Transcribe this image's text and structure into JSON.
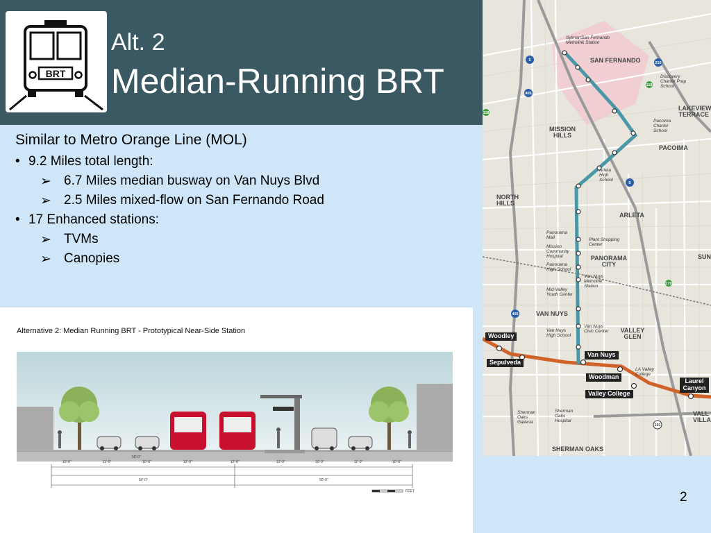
{
  "header": {
    "title_small": "Alt. 2",
    "title_main": "Median-Running BRT",
    "icon_text": "BRT"
  },
  "bullets": {
    "intro": "Similar to Metro Orange Line (MOL)",
    "length": "9.2 Miles total length:",
    "length_sub": [
      "6.7 Miles median busway on Van Nuys Blvd",
      "2.5 Miles mixed-flow on San Fernando Road"
    ],
    "stations": "17 Enhanced stations:",
    "stations_sub": [
      "TVMs",
      "Canopies"
    ],
    "arrow": "➢"
  },
  "diagram": {
    "title": "Alternative 2: Median Running BRT - Prototypical Near-Side Station",
    "dims": [
      "10'-0\"",
      "11'-0\"",
      "10'-0\"",
      "12'-0\"",
      "12'-0\"",
      "13'-0\"",
      "10'-0\"",
      "11'-0\"",
      "10'-0\""
    ],
    "median_dim": "50'-0\"",
    "half_width": "50'-0\"",
    "scale_label": "FEET"
  },
  "map": {
    "areas": {
      "san_fernando": "SAN FERNANDO",
      "lakeview_terrace": "LAKEVIEW TERRACE",
      "mission_hills": "MISSION HILLS",
      "pacoima": "PACOIMA",
      "north_hills": "NORTH HILLS",
      "arleta": "ARLETA",
      "panorama_city": "PANORAMA CITY",
      "van_nuys": "VAN NUYS",
      "valley_glen": "VALLEY GLEN",
      "sherman_oaks": "SHERMAN OAKS",
      "sun": "SUN",
      "valley_village": "VALL VILLA"
    },
    "places": {
      "sylmar_station": "Sylmar/San Fernando Metrolink Station",
      "discovery_school": "Discovery Charter Prep School",
      "pacoima_school": "Pacoima Charter School",
      "arleta_school": "Arleta High School",
      "panorama_mall": "Panorama Mall",
      "plant_center": "Plant Shopping Center",
      "mission_hospital": "Mission Community Hospital",
      "panorama_school": "Panorama High School",
      "van_nuys_metrolink": "Van Nuys Metrolink Station",
      "mid_valley": "Mid-Valley Youth Center",
      "van_nuys_high": "Van Nuys High School",
      "civic_center": "Van Nuys Civic Center",
      "la_valley_college": "LA Valley College",
      "sherman_galleria": "Sherman Oaks Galleria",
      "sherman_hospital": "Sherman Oaks Hospital"
    },
    "stations": {
      "woodley": "Woodley",
      "sepulveda": "Sepulveda",
      "van_nuys": "Van Nuys",
      "woodman": "Woodman",
      "valley_college": "Valley College",
      "laurel_canyon": "Laurel Canyon"
    },
    "shields": [
      "5",
      "405",
      "118",
      "210",
      "170",
      "101"
    ],
    "colors": {
      "brt_line": "#4a97a8",
      "orange_line": "#d0622a"
    }
  },
  "page_number": "2"
}
